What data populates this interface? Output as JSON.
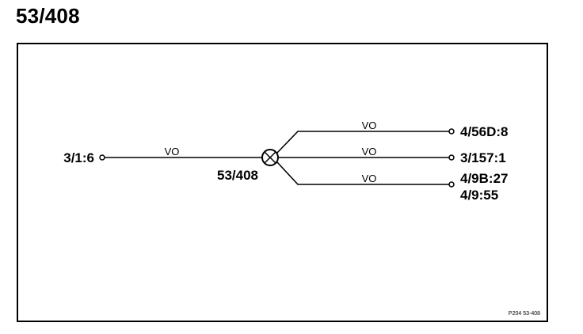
{
  "title": "53/408",
  "diagram": {
    "source": {
      "label": "3/1:6",
      "line_label": "VO"
    },
    "splice": {
      "label": "53/408"
    },
    "branches": [
      {
        "line_label": "VO",
        "targets": [
          "4/56D:8"
        ]
      },
      {
        "line_label": "VO",
        "targets": [
          "3/157:1"
        ]
      },
      {
        "line_label": "VO",
        "targets": [
          "4/9B:27",
          "4/9:55"
        ]
      }
    ],
    "footer": "P204  53-408"
  }
}
